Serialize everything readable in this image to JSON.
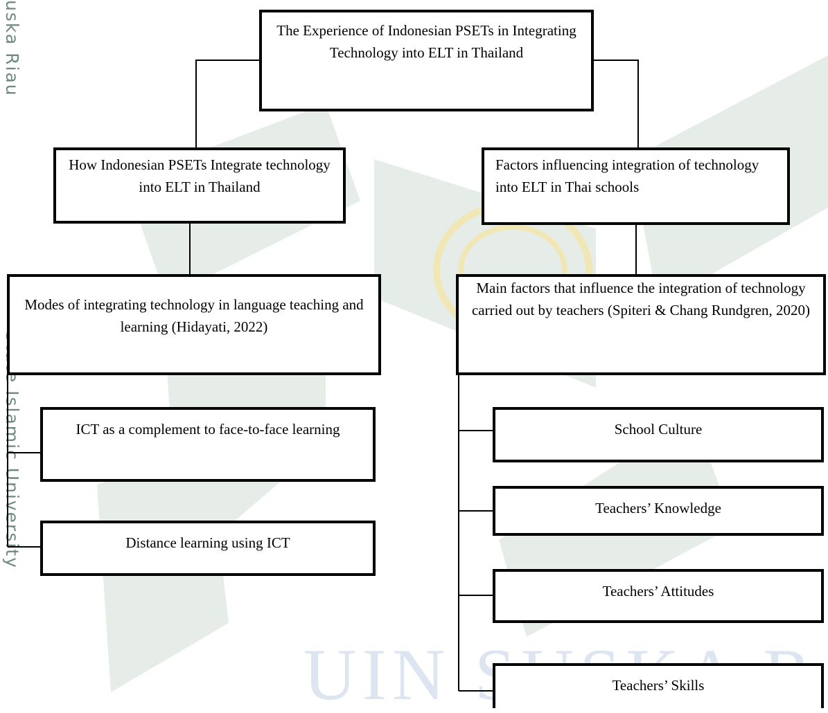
{
  "watermark": {
    "side_top": "uska Riau",
    "side_bottom": "State Islamic University",
    "center": "UIN SUSKA RIAU"
  },
  "diagram": {
    "root": "The Experience of Indonesian PSETs in Integrating Technology into ELT in Thailand",
    "left_branch": {
      "title": "How Indonesian PSETs Integrate technology into ELT in Thailand",
      "subtitle": "Modes of integrating technology in language teaching and learning (Hidayati, 2022)",
      "items": [
        "ICT as a complement to face-to-face learning",
        "Distance learning using ICT"
      ]
    },
    "right_branch": {
      "title": "Factors influencing integration of technology into ELT in Thai schools",
      "subtitle": "Main factors that influence the integration of technology carried out by teachers (Spiteri & Chang Rundgren, 2020)",
      "items": [
        "School Culture",
        "Teachers’ Knowledge",
        "Teachers’ Attitudes",
        "Teachers’ Skills"
      ]
    }
  }
}
